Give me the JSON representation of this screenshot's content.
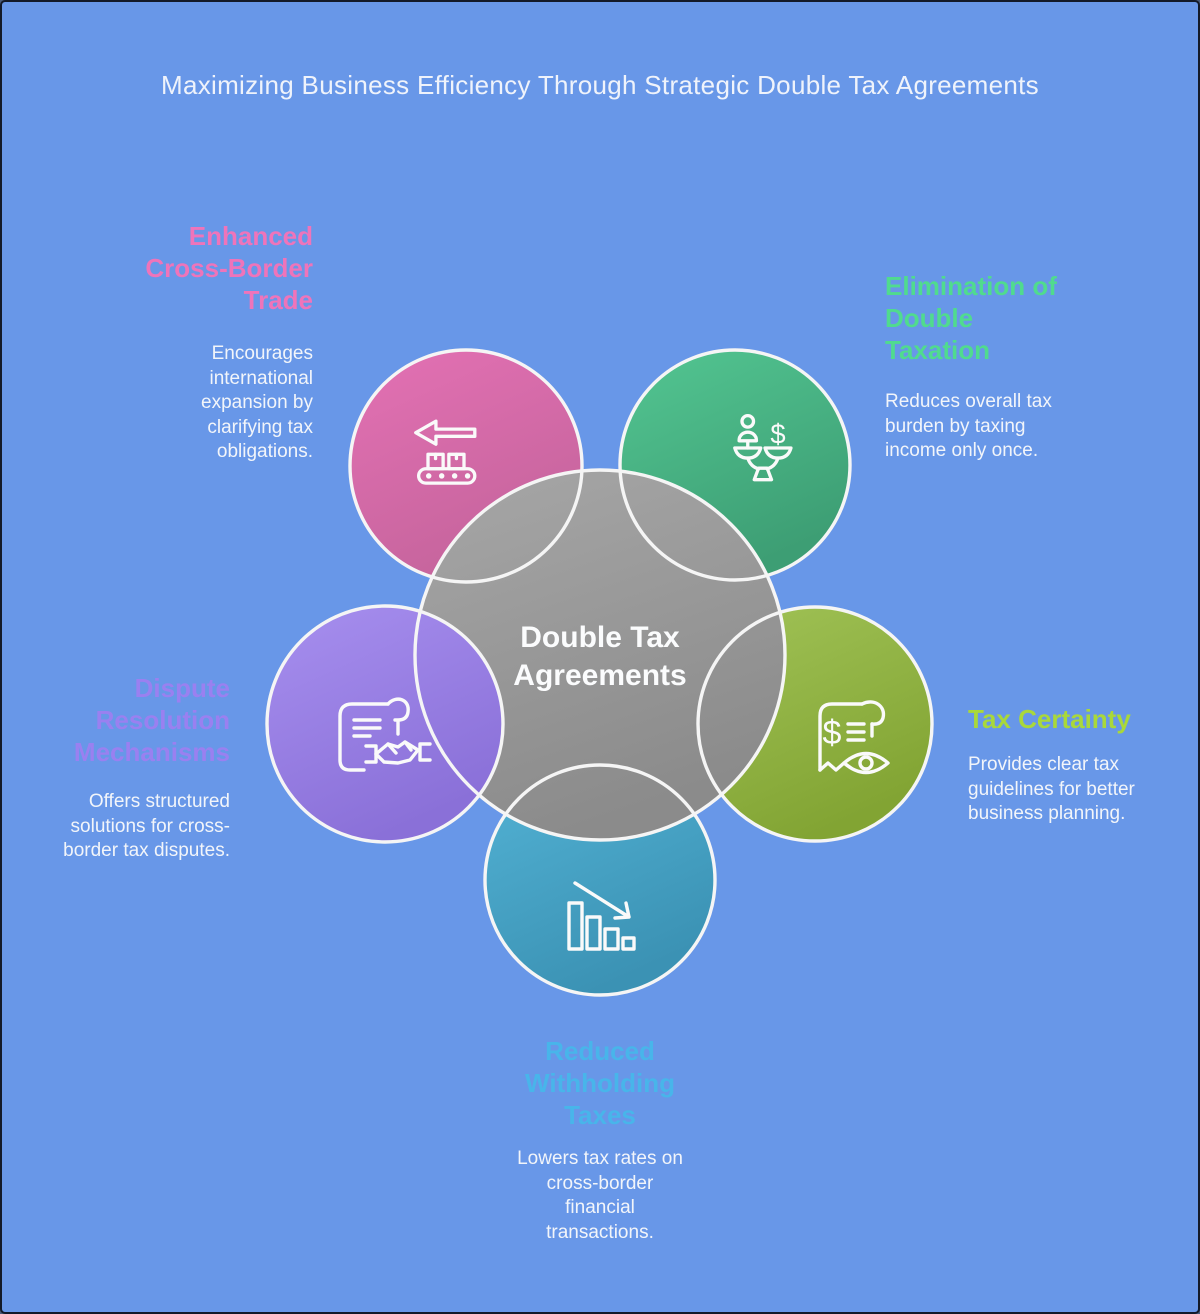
{
  "title": "Maximizing Business Efficiency Through Strategic Double Tax Agreements",
  "center": {
    "label": "Double Tax\nAgreements"
  },
  "nodes": [
    {
      "id": "enhanced-cross-border-trade",
      "heading": "Enhanced\nCross-Border\nTrade",
      "body": "Encourages\ninternational\nexpansion by\nclarifying tax\nobligations.",
      "accent": "#ef74ba",
      "circle_color": "#d869a9",
      "icon": "conveyor-export-icon"
    },
    {
      "id": "elimination-of-double-taxation",
      "heading": "Elimination of\nDouble\nTaxation",
      "body": "Reduces overall tax\nburden by taxing\nincome only once.",
      "accent": "#50db8e",
      "circle_color": "#49b885",
      "icon": "balance-scale-icon"
    },
    {
      "id": "dispute-resolution-mechanisms",
      "heading": "Dispute\nResolution\nMechanisms",
      "body": "Offers structured\nsolutions for cross-\nborder tax disputes.",
      "accent": "#9a80f0",
      "circle_color": "#987de3",
      "icon": "contract-handshake-icon"
    },
    {
      "id": "tax-certainty",
      "heading": "Tax Certainty",
      "body": "Provides clear tax\nguidelines for better\nbusiness planning.",
      "accent": "#a9d83a",
      "circle_color": "#92b845",
      "icon": "receipt-review-icon"
    },
    {
      "id": "reduced-withholding-taxes",
      "heading": "Reduced\nWithholding\nTaxes",
      "body": "Lowers tax rates on\ncross-border\nfinancial\ntransactions.",
      "accent": "#48b5ea",
      "circle_color": "#47a7c9",
      "icon": "declining-bar-chart-icon"
    }
  ],
  "glyphs": {
    "dollar": "$"
  },
  "palette": {
    "background": "#6897e8",
    "frame_border": "#131a29",
    "center_circle": "#9a9a9a",
    "ring_stroke": "#f5f5f5",
    "title_text": "#eff3fb",
    "body_text": "#f2f5fa"
  }
}
